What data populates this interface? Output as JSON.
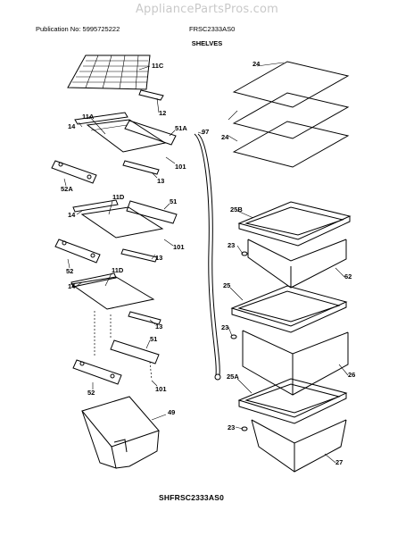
{
  "header": {
    "watermark": "AppliancePartsPros.com",
    "publication": "Publication No: 5995725222",
    "model": "FRSC2333AS0",
    "section_title": "SHELVES"
  },
  "footer": {
    "diagram_code": "SHFRSC2333AS0"
  },
  "callouts": [
    {
      "id": "c-11c",
      "text": "11C"
    },
    {
      "id": "c-12",
      "text": "12"
    },
    {
      "id": "c-14a",
      "text": "14"
    },
    {
      "id": "c-11a",
      "text": "11A"
    },
    {
      "id": "c-51a",
      "text": "51A"
    },
    {
      "id": "c-97",
      "text": "97"
    },
    {
      "id": "c-101a",
      "text": "101"
    },
    {
      "id": "c-52a",
      "text": "52A"
    },
    {
      "id": "c-13a",
      "text": "13"
    },
    {
      "id": "c-11d1",
      "text": "11D"
    },
    {
      "id": "c-51b",
      "text": "51"
    },
    {
      "id": "c-14b",
      "text": "14"
    },
    {
      "id": "c-101b",
      "text": "101"
    },
    {
      "id": "c-52b",
      "text": "52"
    },
    {
      "id": "c-13b",
      "text": "13"
    },
    {
      "id": "c-11d2",
      "text": "11D"
    },
    {
      "id": "c-14c",
      "text": "14"
    },
    {
      "id": "c-13c",
      "text": "13"
    },
    {
      "id": "c-51c",
      "text": "51"
    },
    {
      "id": "c-52c",
      "text": "52"
    },
    {
      "id": "c-101c",
      "text": "101"
    },
    {
      "id": "c-49",
      "text": "49"
    },
    {
      "id": "c-24a",
      "text": "24"
    },
    {
      "id": "c-24b",
      "text": "24"
    },
    {
      "id": "c-25b",
      "text": "25B"
    },
    {
      "id": "c-23a",
      "text": "23"
    },
    {
      "id": "c-62",
      "text": "62"
    },
    {
      "id": "c-25",
      "text": "25"
    },
    {
      "id": "c-23b",
      "text": "23"
    },
    {
      "id": "c-26",
      "text": "26"
    },
    {
      "id": "c-25a",
      "text": "25A"
    },
    {
      "id": "c-23c",
      "text": "23"
    },
    {
      "id": "c-27",
      "text": "27"
    }
  ]
}
